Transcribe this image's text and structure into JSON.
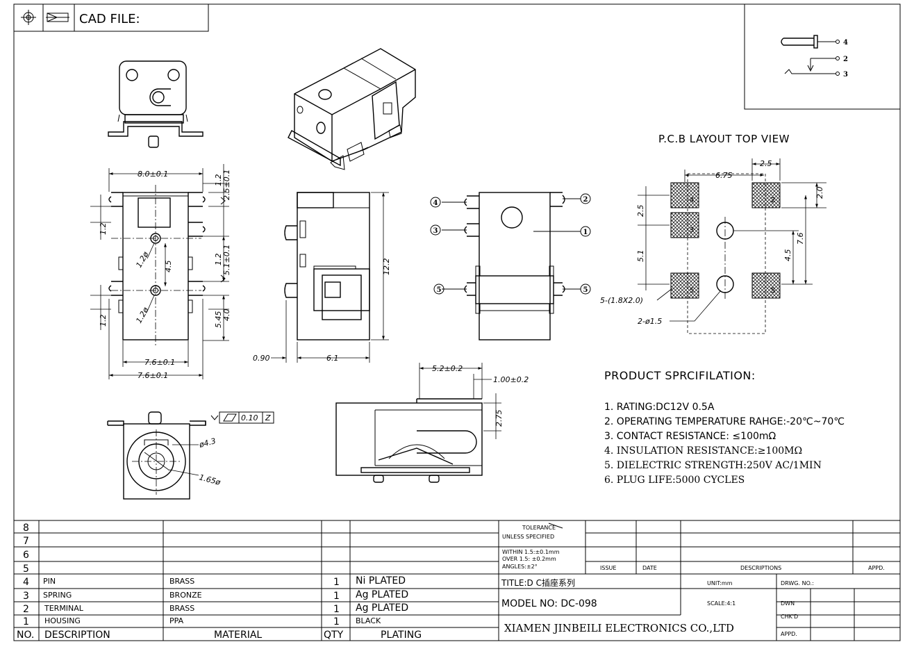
{
  "header": {
    "cad_label": "CAD FILE:"
  },
  "schematic": {
    "pins": [
      "4",
      "2",
      "3"
    ]
  },
  "pcb": {
    "title": "P.C.B LAYOUT TOP VIEW",
    "dims": [
      "2.5",
      "6.75",
      "2.0",
      "2.5",
      "7.6",
      "5.1",
      "4.5"
    ],
    "pads": [
      "4",
      "2",
      "3",
      "5",
      "5"
    ],
    "notes": [
      "5-(1.8X2.0)",
      "2-ø1.5"
    ]
  },
  "views": {
    "top_dims": [
      "8.0±0.1",
      "1.2",
      "2.5±0.1",
      "1.2",
      "1.2",
      "5.1±0.1",
      "4.5",
      "1.2ø",
      "1.2ø",
      "1.2",
      "4.0",
      "1.2",
      "5.45",
      "7.6±0.1"
    ],
    "side_dims": [
      "12.2",
      "0.90",
      "6.1"
    ],
    "pin_callouts": [
      "4",
      "3",
      "5",
      "2",
      "1",
      "5"
    ],
    "front_dims": [
      "0.10",
      "Z",
      "ø4.3",
      "1.65ø"
    ],
    "bottom_dims": [
      "5.2±0.2",
      "1.00±0.2",
      "2.75"
    ]
  },
  "spec": {
    "title": "PRODUCT SPRCIFILATION:",
    "lines": [
      "1. RATING:DC12V 0.5A",
      "2. OPERATING TEMPERATURE RAHGE:-20℃~70℃",
      "3. CONTACT RESISTANCE: ≤100mΩ",
      "4. INSULATION RESISTANCE:≥100MΩ",
      "5. DIELECTRIC STRENGTH:250V AC/1MIN",
      "6. PLUG LIFE:5000 CYCLES"
    ]
  },
  "bom": {
    "blank_rows": [
      "8",
      "7",
      "6",
      "5"
    ],
    "rows": [
      {
        "no": "4",
        "desc": "PIN",
        "material": "BRASS",
        "qty": "1",
        "plating": "Ni PLATED"
      },
      {
        "no": "3",
        "desc": "SPRING",
        "material": "BRONZE",
        "qty": "1",
        "plating": "Ag PLATED"
      },
      {
        "no": "2",
        "desc": "TERMINAL",
        "material": "BRASS",
        "qty": "1",
        "plating": "Ag PLATED"
      },
      {
        "no": "1",
        "desc": "HOUSING",
        "material": "PPA",
        "qty": "1",
        "plating": "BLACK"
      }
    ],
    "headers": {
      "no": "NO.",
      "desc": "DESCRIPTION",
      "material": "MATERIAL",
      "qty": "QTY",
      "plating": "PLATING"
    }
  },
  "title_block": {
    "tolerance": "TOLERANCE",
    "unless": "UNLESS SPECIFIED",
    "within": "WITHIN 1.5:±0.1mm",
    "over": "OVER 1.5: ±0.2mm",
    "angles": "ANGLES:±2°",
    "issue": "ISSUE",
    "date": "DATE",
    "descriptions": "DESCRIPTIONS",
    "appd": "APPD.",
    "title": "TITLE:D C插座系列",
    "unit": "UNIT:mm",
    "drwg": "DRWG. NO.:",
    "model": "MODEL NO: DC-098",
    "scale": "SCALE:4:1",
    "dwn": "DWN",
    "chkd": "CHK'D",
    "company": "XIAMEN JINBEILI ELECTRONICS CO.,LTD",
    "appd2": "APPD."
  }
}
